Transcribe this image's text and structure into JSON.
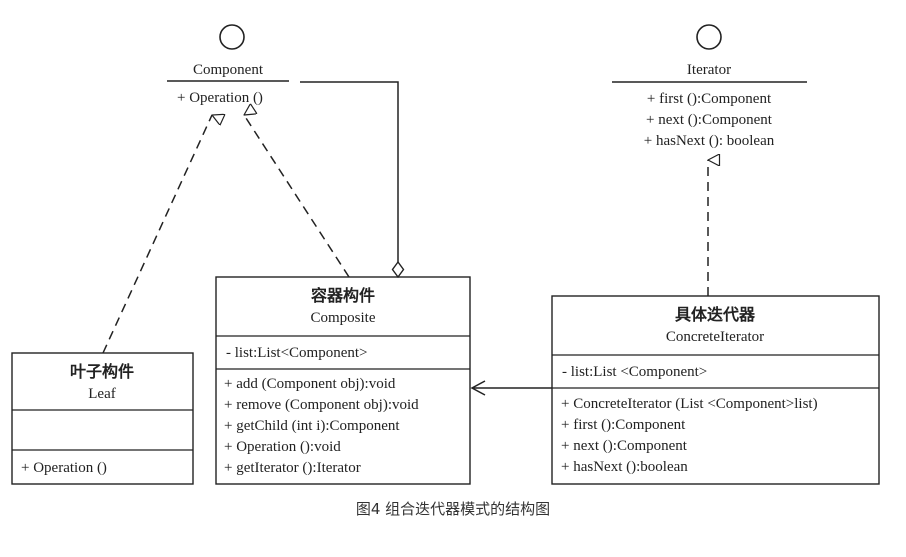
{
  "diagram": {
    "interfaces": {
      "component": {
        "name": "Component",
        "methods": [
          "+ Operation ()"
        ]
      },
      "iterator": {
        "name": "Iterator",
        "methods": [
          "+ first ():Component",
          "+ next ():Component",
          "+ hasNext (): boolean"
        ]
      }
    },
    "classes": {
      "composite": {
        "title_cn": "容器构件",
        "title_en": "Composite",
        "attributes": [
          "- list:List<Component>"
        ],
        "methods": [
          "+ add (Component obj):void",
          "+ remove (Component obj):void",
          "+ getChild (int i):Component",
          "+ Operation ():void",
          "+ getIterator ():Iterator"
        ]
      },
      "concrete_iterator": {
        "title_cn": "具体迭代器",
        "title_en": "ConcreteIterator",
        "attributes": [
          "- list:List <Component>"
        ],
        "methods": [
          "+ ConcreteIterator (List <Component>list)",
          "+ first ():Component",
          "+ next ():Component",
          "+ hasNext ():boolean"
        ]
      },
      "leaf": {
        "title_cn": "叶子构件",
        "title_en": "Leaf",
        "methods": [
          "+ Operation ()"
        ]
      }
    },
    "caption": "图4 组合迭代器模式的结构图",
    "line_color": "#222222"
  }
}
